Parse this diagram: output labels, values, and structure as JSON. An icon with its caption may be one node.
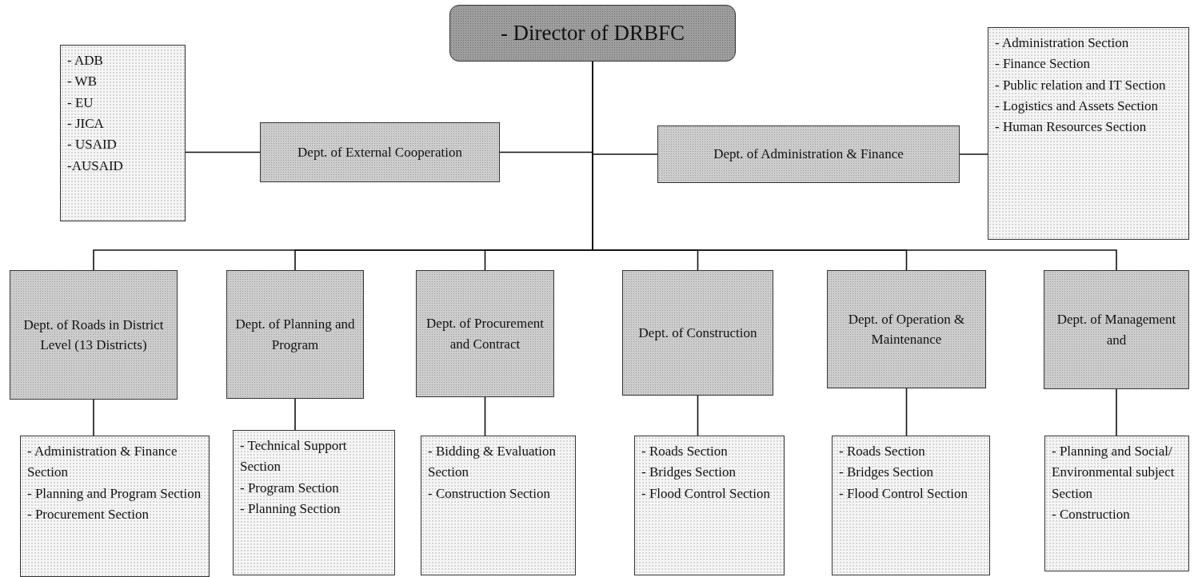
{
  "diagram": {
    "nodes": [
      {
        "text": [
          "- Director of DRBFC"
        ]
      },
      {
        "text": [
          "- ADB",
          "- WB",
          "- EU",
          "- JICA",
          "- USAID",
          "-AUSAID"
        ]
      },
      {
        "text": [
          "Dept. of External Cooperation"
        ]
      },
      {
        "text": [
          "Dept. of Administration & Finance"
        ]
      },
      {
        "text": [
          "- Administration Section",
          "- Finance Section",
          "- Public relation and IT Section",
          "- Logistics and Assets Section",
          "- Human Resources Section"
        ]
      },
      {
        "text": [
          "Dept. of Roads in District Level (13 Districts)"
        ]
      },
      {
        "text": [
          "Dept. of Planning and Program"
        ]
      },
      {
        "text": [
          "Dept. of Procurement and Contract"
        ]
      },
      {
        "text": [
          "Dept. of Construction"
        ]
      },
      {
        "text": [
          "Dept. of Operation & Maintenance"
        ]
      },
      {
        "text": [
          "Dept. of Management and"
        ]
      },
      {
        "text": [
          "- Administration & Finance Section",
          "- Planning and Program Section",
          "- Procurement Section"
        ]
      },
      {
        "text": [
          "- Technical Support Section",
          "- Program Section",
          "- Planning Section"
        ]
      },
      {
        "text": [
          "- Bidding & Evaluation Section",
          "- Construction Section"
        ]
      },
      {
        "text": [
          "- Roads Section",
          "- Bridges Section",
          "- Flood Control Section"
        ]
      },
      {
        "text": [
          "- Roads Section",
          "- Bridges Section",
          "- Flood Control Section"
        ]
      },
      {
        "text": [
          "- Planning and Social/ Environmental subject Section",
          "- Construction"
        ]
      }
    ],
    "edges": [
      {
        "from": 0,
        "to": 2,
        "arrow": "none"
      },
      {
        "from": 0,
        "to": 3,
        "arrow": "none"
      },
      {
        "from": 2,
        "to": 1,
        "arrow": "none"
      },
      {
        "from": 3,
        "to": 4,
        "arrow": "none"
      },
      {
        "from": 0,
        "to": 5,
        "arrow": "none"
      },
      {
        "from": 0,
        "to": 6,
        "arrow": "none"
      },
      {
        "from": 0,
        "to": 7,
        "arrow": "none"
      },
      {
        "from": 0,
        "to": 8,
        "arrow": "none"
      },
      {
        "from": 0,
        "to": 9,
        "arrow": "none"
      },
      {
        "from": 0,
        "to": 10,
        "arrow": "none"
      },
      {
        "from": 5,
        "to": 11,
        "arrow": "none"
      },
      {
        "from": 6,
        "to": 12,
        "arrow": "none"
      },
      {
        "from": 7,
        "to": 13,
        "arrow": "none"
      },
      {
        "from": 8,
        "to": 14,
        "arrow": "none"
      },
      {
        "from": 9,
        "to": 15,
        "arrow": "none"
      },
      {
        "from": 10,
        "to": 16,
        "arrow": "none"
      }
    ]
  }
}
